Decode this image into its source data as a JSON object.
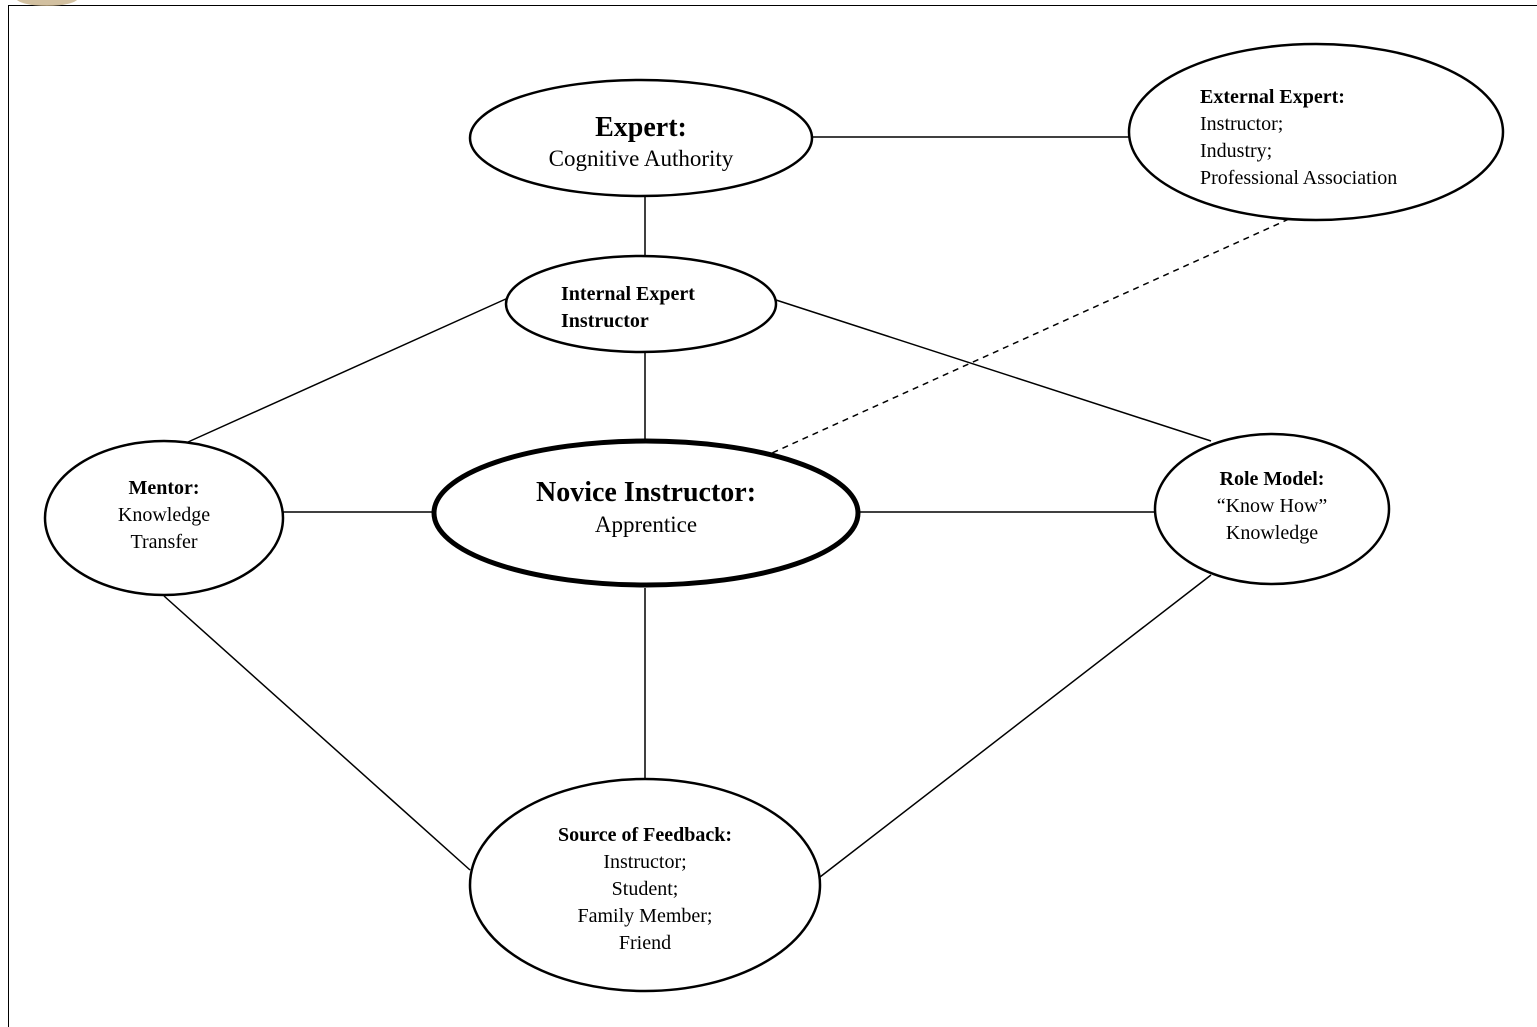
{
  "diagram": {
    "nodes": {
      "expert": {
        "title": "Expert:",
        "lines": [
          "Cognitive Authority"
        ]
      },
      "external_expert": {
        "title": "External Expert:",
        "lines": [
          "Instructor;",
          "Industry;",
          "Professional Association"
        ]
      },
      "internal_expert": {
        "title": "Internal Expert",
        "lines": [
          "Instructor"
        ]
      },
      "novice": {
        "title": "Novice Instructor:",
        "lines": [
          "Apprentice"
        ]
      },
      "mentor": {
        "title": "Mentor:",
        "lines": [
          "Knowledge",
          "Transfer"
        ]
      },
      "role_model": {
        "title": "Role Model:",
        "lines": [
          "“Know How”",
          "Knowledge"
        ]
      },
      "feedback": {
        "title": "Source of Feedback:",
        "lines": [
          "Instructor;",
          "Student;",
          "Family Member;",
          "Friend"
        ]
      }
    },
    "edges": [
      {
        "from": "expert",
        "to": "external_expert",
        "style": "solid"
      },
      {
        "from": "expert",
        "to": "internal_expert",
        "style": "solid"
      },
      {
        "from": "internal_expert",
        "to": "novice",
        "style": "solid"
      },
      {
        "from": "internal_expert",
        "to": "mentor",
        "style": "solid"
      },
      {
        "from": "internal_expert",
        "to": "role_model",
        "style": "solid"
      },
      {
        "from": "external_expert",
        "to": "novice",
        "style": "dashed"
      },
      {
        "from": "mentor",
        "to": "novice",
        "style": "solid"
      },
      {
        "from": "novice",
        "to": "role_model",
        "style": "solid"
      },
      {
        "from": "novice",
        "to": "feedback",
        "style": "solid"
      },
      {
        "from": "mentor",
        "to": "feedback",
        "style": "solid"
      },
      {
        "from": "role_model",
        "to": "feedback",
        "style": "solid"
      }
    ],
    "colors": {
      "stroke": "#000000",
      "background": "#ffffff"
    }
  }
}
